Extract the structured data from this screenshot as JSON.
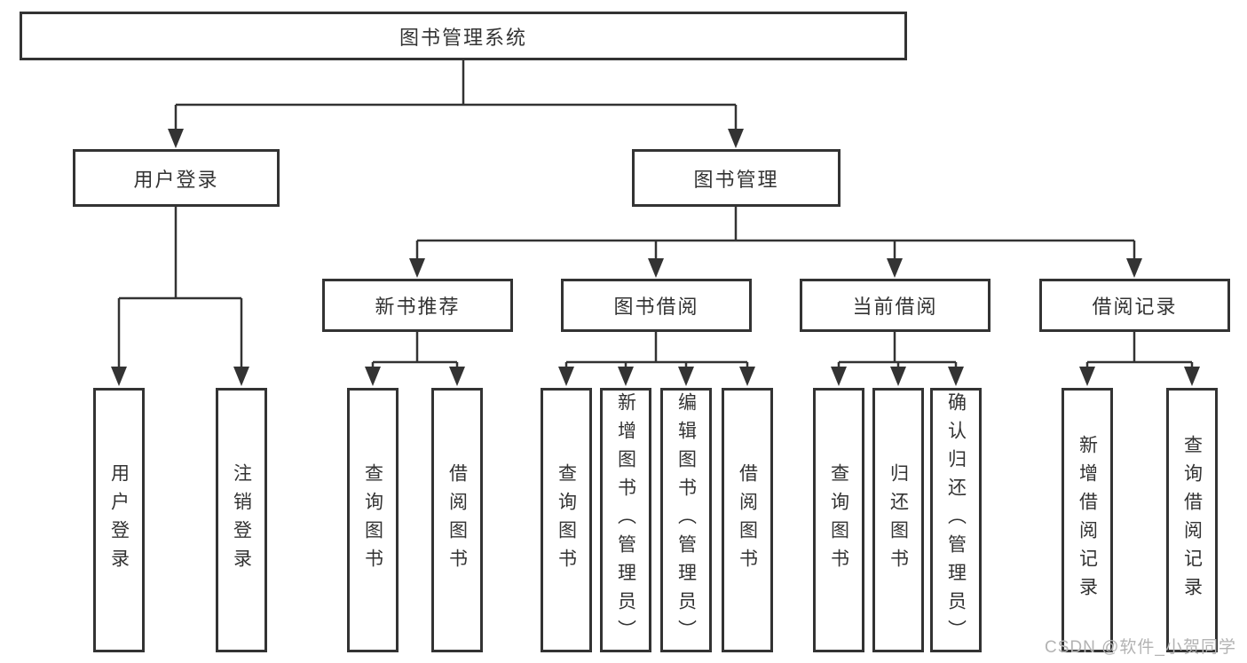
{
  "diagram_title": "图书管理系统",
  "tree": {
    "label": "图书管理系统",
    "children": [
      {
        "label": "用户登录",
        "children": [
          {
            "label": "用户登录"
          },
          {
            "label": "注销登录"
          }
        ]
      },
      {
        "label": "图书管理",
        "children": [
          {
            "label": "新书推荐",
            "children": [
              {
                "label": "查询图书"
              },
              {
                "label": "借阅图书"
              }
            ]
          },
          {
            "label": "图书借阅",
            "children": [
              {
                "label": "查询图书"
              },
              {
                "label": "新增图书（管理员）"
              },
              {
                "label": "编辑图书（管理员）"
              },
              {
                "label": "借阅图书"
              }
            ]
          },
          {
            "label": "当前借阅",
            "children": [
              {
                "label": "查询图书"
              },
              {
                "label": "归还图书"
              },
              {
                "label": "确认归还（管理员）"
              }
            ]
          },
          {
            "label": "借阅记录",
            "children": [
              {
                "label": "新增借阅记录"
              },
              {
                "label": "查询借阅记录"
              }
            ]
          }
        ]
      }
    ]
  },
  "watermark": {
    "text": "CSDN @软件_小贺同学"
  },
  "colors": {
    "line": "#333333",
    "box_border": "#333333",
    "text": "#333333",
    "background": "#ffffff",
    "watermark": "#b3b3b3"
  }
}
